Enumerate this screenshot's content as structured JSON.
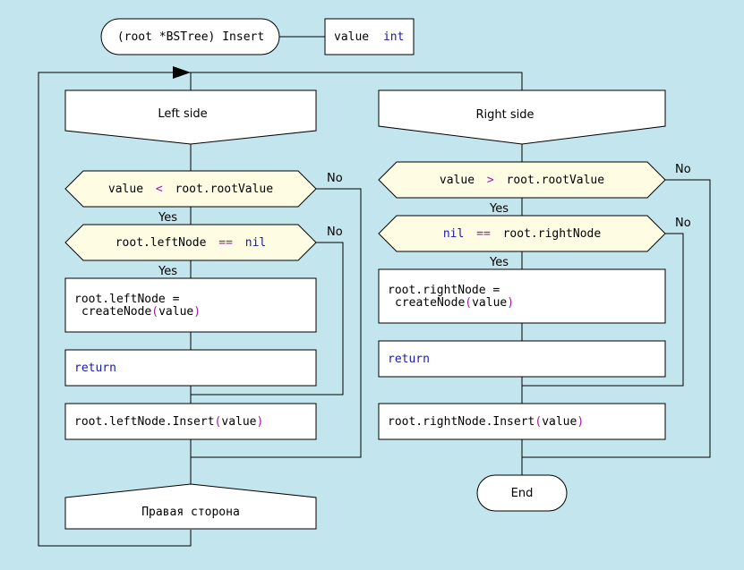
{
  "title_node": {
    "prefix": "(root *BSTree) Insert",
    "param_name": "value",
    "param_type": "int"
  },
  "branches": {
    "left_header": "Left side",
    "right_header": "Right side",
    "left_end_header": "Правая сторона",
    "end_label": "End"
  },
  "left": {
    "cond1": {
      "a": "value",
      "op": "<",
      "b": "root.rootValue"
    },
    "cond2": {
      "a": "root.leftNode",
      "op": "==",
      "b": "nil"
    },
    "action_assign_1": "root.leftNode =",
    "action_assign_2": "createNode",
    "action_assign_arg": "value",
    "return_label": "return",
    "insert_prefix": "root.leftNode.Insert",
    "insert_arg": "value"
  },
  "right": {
    "cond1": {
      "a": "value",
      "op": ">",
      "b": "root.rootValue"
    },
    "cond2": {
      "a": "nil",
      "op": "==",
      "b": "root.rightNode"
    },
    "action_assign_1": "root.rightNode =",
    "action_assign_2": "createNode",
    "action_assign_arg": "value",
    "return_label": "return",
    "insert_prefix": "root.rightNode.Insert",
    "insert_arg": "value"
  },
  "labels": {
    "yes": "Yes",
    "no": "No"
  }
}
